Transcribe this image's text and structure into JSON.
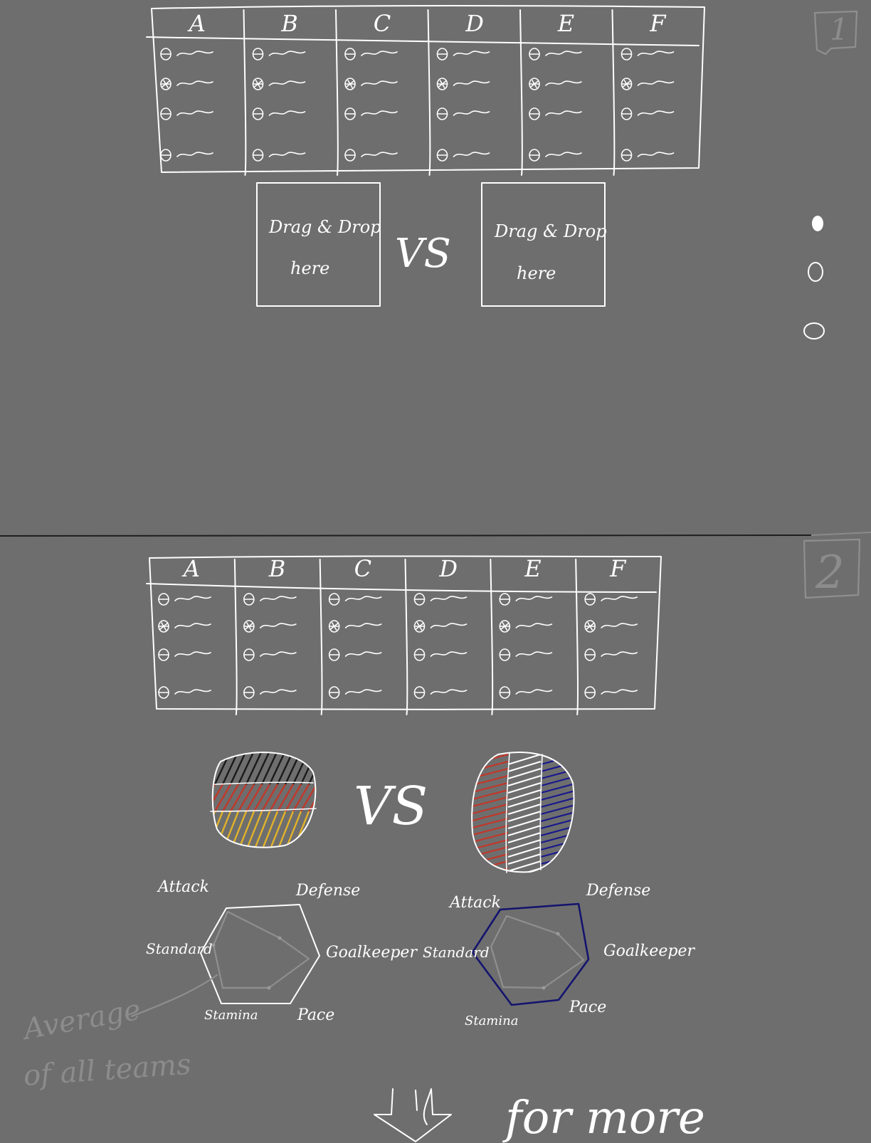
{
  "frame1": {
    "number": "1",
    "columns": [
      "A",
      "B",
      "C",
      "D",
      "E",
      "F"
    ],
    "dropzone_label_line1": "Drag & Drop",
    "dropzone_label_line2": "here",
    "vs_label": "VS"
  },
  "page_dots": [
    "active",
    "inactive",
    "inactive"
  ],
  "frame2": {
    "number": "2",
    "columns": [
      "A",
      "B",
      "C",
      "D",
      "E",
      "F"
    ],
    "vs_label": "VS",
    "team_left_flag_colors": [
      "#1a1a1a",
      "#c0392b",
      "#e0b22a"
    ],
    "team_right_flag_colors": [
      "#c0392b",
      "#ffffff",
      "#1a1a8c"
    ],
    "radar_axes": {
      "attack": "Attack",
      "defense": "Defense",
      "goalkeeper": "Goalkeeper",
      "pace": "Pace",
      "stamina": "Stamina",
      "standard": "Standard"
    },
    "radar_right_color": "#14146e",
    "average_note_line1": "Average",
    "average_note_line2": "of all teams",
    "scroll_hint": "for more"
  }
}
